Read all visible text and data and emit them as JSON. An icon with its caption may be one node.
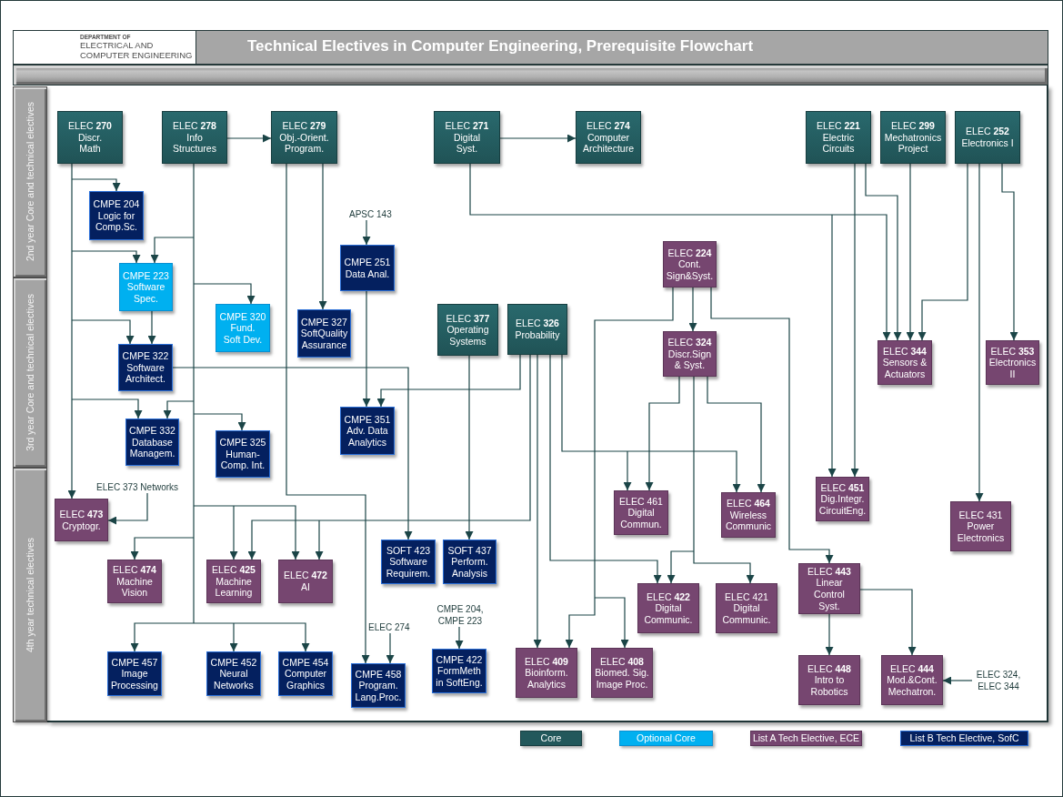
{
  "diagram": {
    "title": "Technical Electives in Computer Engineering, Prerequisite Flowchart",
    "nodes": [
      {
        "text": [
          "2nd year Core and technical electives"
        ]
      },
      {
        "text": [
          "3rd year Core and technical electives"
        ]
      },
      {
        "text": [
          "4th year technical electives"
        ]
      },
      {
        "text": [
          "ELEC **270**",
          "Discr. Math"
        ]
      },
      {
        "text": [
          "ELEC **278**",
          "Info Structures"
        ]
      },
      {
        "text": [
          "ELEC **279**",
          "Obj.-Orient. Program."
        ]
      },
      {
        "text": [
          "ELEC **271**",
          "Digital Syst."
        ]
      },
      {
        "text": [
          "ELEC **274**",
          "Computer Architecture"
        ]
      },
      {
        "text": [
          "ELEC **221**",
          "Electric Circuits"
        ]
      },
      {
        "text": [
          "ELEC **299**",
          "Mechatronics Project"
        ]
      },
      {
        "text": [
          "ELEC **252**",
          "Electronics I"
        ]
      },
      {
        "text": [
          "CMPE 204",
          "Logic for Comp.Sc."
        ]
      },
      {
        "text": [
          "APSC 143"
        ]
      },
      {
        "text": [
          "CMPE 251",
          "Data Anal."
        ]
      },
      {
        "text": [
          "ELEC **224**",
          "Cont. Sign&Syst."
        ]
      },
      {
        "text": [
          "CMPE 223",
          "Software Spec."
        ]
      },
      {
        "text": [
          "CMPE 320",
          "Fund. Soft Dev."
        ]
      },
      {
        "text": [
          "CMPE 327",
          "SoftQuality Assurance"
        ]
      },
      {
        "text": [
          "ELEC **377**",
          "Operating Systems"
        ]
      },
      {
        "text": [
          "ELEC **326**",
          "Probability"
        ]
      },
      {
        "text": [
          "ELEC **324**",
          "Discr.Sign & Syst."
        ]
      },
      {
        "text": [
          "CMPE 322",
          "Software Architect."
        ]
      },
      {
        "text": [
          "ELEC **344**",
          "Sensors & Actuators"
        ]
      },
      {
        "text": [
          "ELEC **353**",
          "Electronics II"
        ]
      },
      {
        "text": [
          "CMPE 351",
          "Adv. Data Analytics"
        ]
      },
      {
        "text": [
          "CMPE 332",
          "Database Managem."
        ]
      },
      {
        "text": [
          "CMPE 325",
          "Human- Comp. Int."
        ]
      },
      {
        "text": [
          "ELEC **451**",
          "Dig.Integr. CircuitEng."
        ]
      },
      {
        "text": [
          "ELEC 373 Networks"
        ]
      },
      {
        "text": [
          "ELEC 461",
          "Digital Commun."
        ]
      },
      {
        "text": [
          "ELEC **464**",
          "Wireless Communic"
        ]
      },
      {
        "text": [
          "ELEC **473**",
          "Cryptogr."
        ]
      },
      {
        "text": [
          "ELEC 431",
          "Power Electronics"
        ]
      },
      {
        "text": [
          "SOFT 423",
          "Software Requirem."
        ]
      },
      {
        "text": [
          "SOFT 437",
          "Perform. Analysis"
        ]
      },
      {
        "text": [
          "ELEC **474**",
          "Machine Vision"
        ]
      },
      {
        "text": [
          "ELEC **425**",
          "Machine Learning"
        ]
      },
      {
        "text": [
          "ELEC **472**",
          "AI"
        ]
      },
      {
        "text": [
          "ELEC **443**",
          "Linear Control Syst."
        ]
      },
      {
        "text": [
          "ELEC **422**",
          "Digital Communic."
        ]
      },
      {
        "text": [
          "ELEC 421",
          "Digital Communic."
        ]
      },
      {
        "text": [
          "ELEC 274"
        ]
      },
      {
        "text": [
          "CMPE 204, CMPE 223"
        ]
      },
      {
        "text": [
          "CMPE 457",
          "Image Processing"
        ]
      },
      {
        "text": [
          "CMPE 452",
          "Neural Networks"
        ]
      },
      {
        "text": [
          "CMPE 454",
          "Computer Graphics"
        ]
      },
      {
        "text": [
          "CMPE 458",
          "Program. Lang.Proc."
        ]
      },
      {
        "text": [
          "CMPE 422",
          "FormMeth in SoftEng."
        ]
      },
      {
        "text": [
          "ELEC **409**",
          "Bioinform. Analytics"
        ]
      },
      {
        "text": [
          "ELEC **408**",
          "Biomed. Sig. Image Proc."
        ]
      },
      {
        "text": [
          "ELEC **448**",
          "Intro to Robotics"
        ]
      },
      {
        "text": [
          "ELEC **444**",
          "Mod.&Cont. Mechatron."
        ]
      },
      {
        "text": [
          "ELEC 324, ELEC 344"
        ]
      }
    ],
    "edges": [
      {
        "from": 3,
        "to": 11,
        "arrow": "to"
      },
      {
        "from": 3,
        "to": 15,
        "arrow": "to"
      },
      {
        "from": 3,
        "to": 21,
        "arrow": "to"
      },
      {
        "from": 3,
        "to": 25,
        "arrow": "to"
      },
      {
        "from": 3,
        "to": 31,
        "arrow": "to"
      },
      {
        "from": 4,
        "to": 5,
        "arrow": "to"
      },
      {
        "from": 4,
        "to": 15,
        "arrow": "to"
      },
      {
        "from": 4,
        "to": 16,
        "arrow": "to"
      },
      {
        "from": 4,
        "to": 25,
        "arrow": "to"
      },
      {
        "from": 4,
        "to": 26,
        "arrow": "to"
      },
      {
        "from": 4,
        "to": 36,
        "arrow": "to"
      },
      {
        "from": 4,
        "to": 37,
        "arrow": "to"
      },
      {
        "from": 4,
        "to": 35,
        "arrow": "to"
      },
      {
        "from": 4,
        "to": 43,
        "arrow": "to"
      },
      {
        "from": 4,
        "to": 44,
        "arrow": "to"
      },
      {
        "from": 4,
        "to": 45,
        "arrow": "to"
      },
      {
        "from": 5,
        "to": 17,
        "arrow": "to"
      },
      {
        "from": 5,
        "to": 46,
        "arrow": "to"
      },
      {
        "from": 6,
        "to": 7,
        "arrow": "to"
      },
      {
        "from": 6,
        "to": 27,
        "arrow": "to"
      },
      {
        "from": 6,
        "to": 22,
        "arrow": "to"
      },
      {
        "from": 8,
        "to": 22,
        "arrow": "to"
      },
      {
        "from": 8,
        "to": 27,
        "arrow": "to"
      },
      {
        "from": 9,
        "to": 22,
        "arrow": "to"
      },
      {
        "from": 10,
        "to": 22,
        "arrow": "to"
      },
      {
        "from": 10,
        "to": 23,
        "arrow": "to"
      },
      {
        "from": 10,
        "to": 32,
        "arrow": "to"
      },
      {
        "from": 12,
        "to": 13,
        "arrow": "to"
      },
      {
        "from": 13,
        "to": 24,
        "arrow": "to"
      },
      {
        "from": 15,
        "to": 21,
        "arrow": "to"
      },
      {
        "from": 21,
        "to": 33,
        "arrow": "to"
      },
      {
        "from": 18,
        "to": 34,
        "arrow": "to"
      },
      {
        "from": 19,
        "to": 24,
        "arrow": "to"
      },
      {
        "from": 19,
        "to": 36,
        "arrow": "to"
      },
      {
        "from": 19,
        "to": 37,
        "arrow": "to"
      },
      {
        "from": 19,
        "to": 48,
        "arrow": "to"
      },
      {
        "from": 19,
        "to": 39,
        "arrow": "to"
      },
      {
        "from": 19,
        "to": 29,
        "arrow": "to"
      },
      {
        "from": 19,
        "to": 30,
        "arrow": "to"
      },
      {
        "from": 14,
        "to": 20,
        "arrow": "to"
      },
      {
        "from": 14,
        "to": 48,
        "arrow": "to"
      },
      {
        "from": 14,
        "to": 49,
        "arrow": "to"
      },
      {
        "from": 14,
        "to": 38,
        "arrow": "to"
      },
      {
        "from": 20,
        "to": 29,
        "arrow": "to"
      },
      {
        "from": 20,
        "to": 30,
        "arrow": "to"
      },
      {
        "from": 20,
        "to": 39,
        "arrow": "to"
      },
      {
        "from": 20,
        "to": 40,
        "arrow": "to"
      },
      {
        "from": 38,
        "to": 50,
        "arrow": "to"
      },
      {
        "from": 38,
        "to": 51,
        "arrow": "to"
      },
      {
        "from": 52,
        "to": 51,
        "arrow": "to"
      },
      {
        "from": 28,
        "to": 31,
        "arrow": "to"
      },
      {
        "from": 41,
        "to": 46,
        "arrow": "to"
      },
      {
        "from": 42,
        "to": 47,
        "arrow": "to"
      }
    ],
    "labels": [
      "DEPARTMENT OF",
      "ELECTRICAL AND COMPUTER ENGINEERING"
    ],
    "legend": [
      {
        "text": "Core",
        "color": "#22585b"
      },
      {
        "text": "Optional Core",
        "color": "#00b0f0"
      },
      {
        "text": "List A Tech Elective, ECE",
        "color": "#764670"
      },
      {
        "text": "List B Tech Elective, SofC",
        "color": "#04205f"
      }
    ]
  }
}
